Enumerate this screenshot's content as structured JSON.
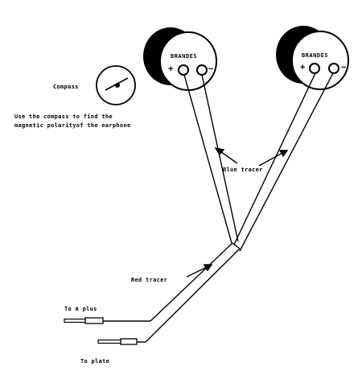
{
  "earphones": {
    "left": {
      "brand": "BRANDES",
      "plus": "+",
      "minus": "−"
    },
    "right": {
      "brand": "BRANDES",
      "plus": "+",
      "minus": "−"
    }
  },
  "labels": {
    "compass": "Compass",
    "instruction_line1": "Use the compass to find the",
    "instruction_line2": "magnetic polarityof the earphone",
    "blue_tracer": "Blue tracer",
    "red_tracer": "Red tracer",
    "to_a_plus": "To A plus",
    "to_plate": "To plate"
  }
}
